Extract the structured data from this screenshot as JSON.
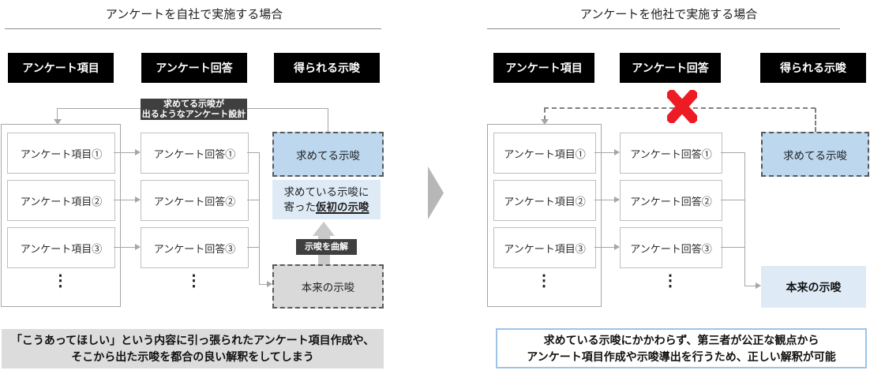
{
  "colors": {
    "header_bg": "#000000",
    "header_text": "#ffffff",
    "dark_label_bg": "#3f3f3f",
    "desired_box_fill": "#bdd7ee",
    "light_blue_fill": "#deebf7",
    "gray_box_fill": "#d9d9d9",
    "note_gray_fill": "#dcdcdc",
    "note_blue_border": "#9dc3e6",
    "connector_gray": "#a6a6a6",
    "dashed_border_gray": "#595959",
    "red_cross": "#ed1c24",
    "big_arrow_gray": "#b7b7b7"
  },
  "left_panel": {
    "title": "アンケートを自社で実施する場合",
    "headers": [
      "アンケート項目",
      "アンケート回答",
      "得られる示唆"
    ],
    "items": [
      "アンケート項目①",
      "アンケート項目②",
      "アンケート項目③"
    ],
    "answers": [
      "アンケート回答①",
      "アンケート回答②",
      "アンケート回答③"
    ],
    "ellipsis": "⋮",
    "design_label": {
      "line1": "求めてる示唆が",
      "line2": "出るようなアンケート設計"
    },
    "desired_box": "求めてる示唆",
    "temp_box": {
      "line1": "求めている示唆に",
      "line2_prefix": "寄った",
      "line2_emphasis": "仮初の示唆"
    },
    "distort_label": "示唆を曲解",
    "original_box": "本来の示唆",
    "note": {
      "line1": "「こうあってほしい」という内容に引っ張られたアンケート項目作成や、",
      "line2": "そこから出た示唆を都合の良い解釈をしてしまう"
    }
  },
  "right_panel": {
    "title": "アンケートを他社で実施する場合",
    "headers": [
      "アンケート項目",
      "アンケート回答",
      "得られる示唆"
    ],
    "items": [
      "アンケート項目①",
      "アンケート項目②",
      "アンケート項目③"
    ],
    "answers": [
      "アンケート回答①",
      "アンケート回答②",
      "アンケート回答③"
    ],
    "ellipsis": "⋮",
    "desired_box": "求めてる示唆",
    "original_box": "本来の示唆",
    "note": {
      "line1": "求めている示唆にかかわらず、第三者が公正な観点から",
      "line2": "アンケート項目作成や示唆導出を行うため、正しい解釈が可能"
    }
  }
}
